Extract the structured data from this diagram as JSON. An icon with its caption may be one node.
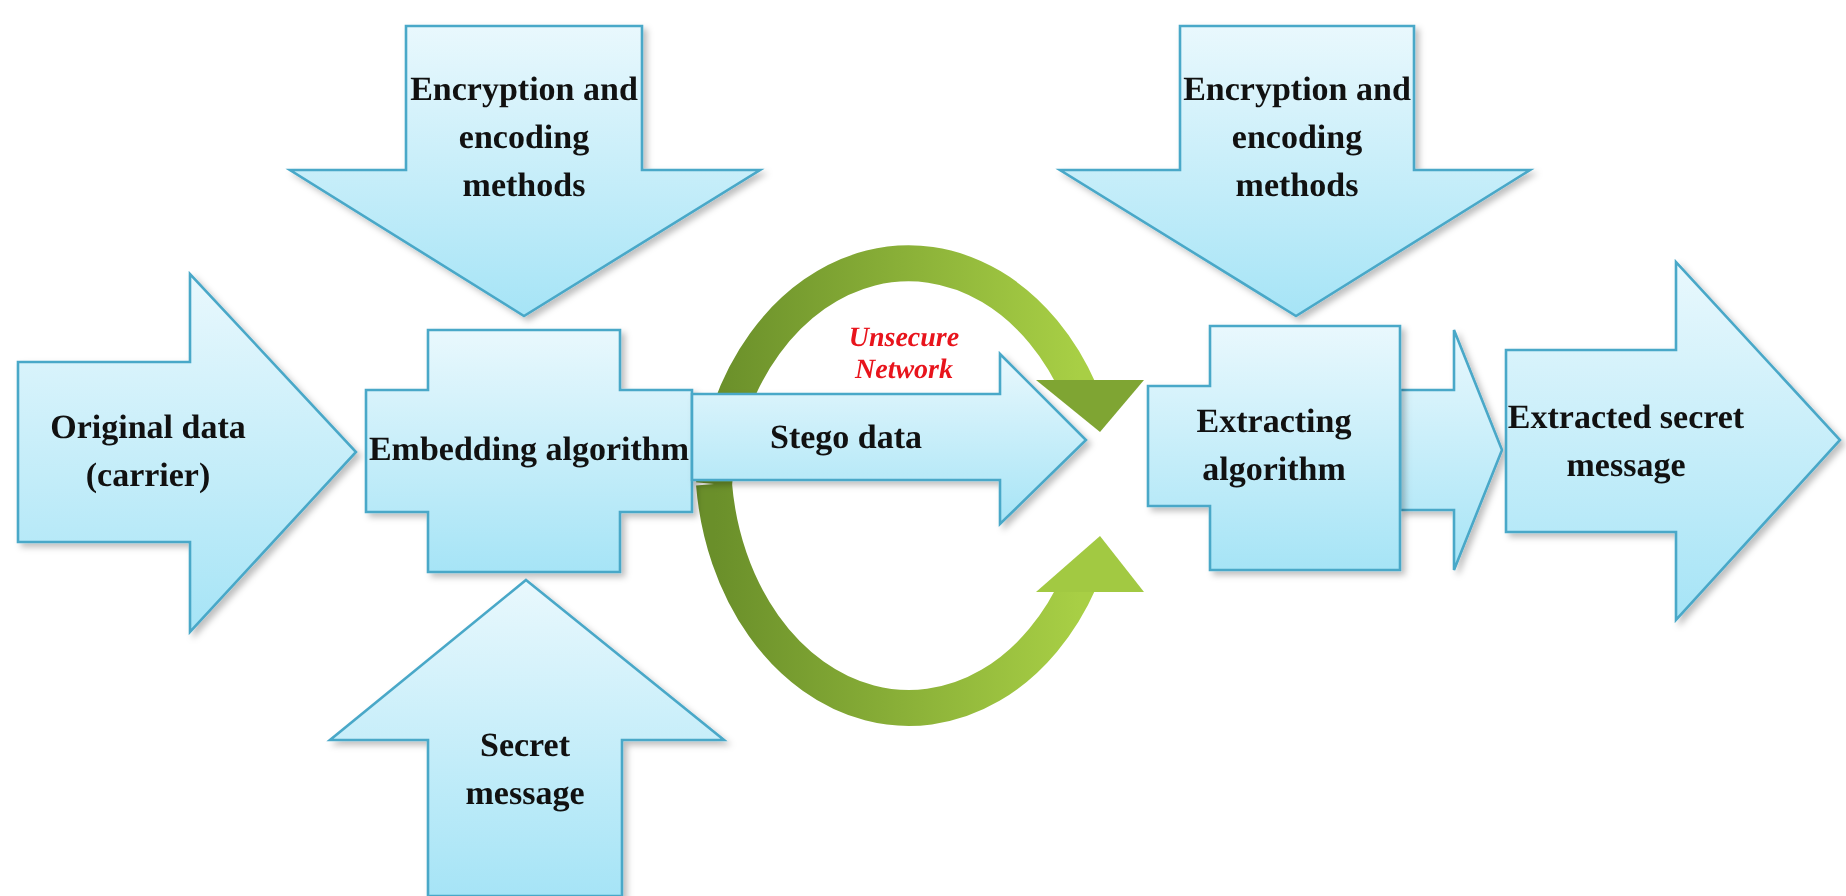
{
  "diagram": {
    "nodes": [
      {
        "text": [
          "Encryption and encoding methods"
        ]
      },
      {
        "text": [
          "Original data (carrier)"
        ]
      },
      {
        "text": [
          "Embedding algorithm"
        ]
      },
      {
        "text": [
          "Secret message"
        ]
      },
      {
        "text": [
          "Stego data"
        ]
      },
      {
        "text": [
          "Encryption and encoding methods"
        ]
      },
      {
        "text": [
          "Extracting algorithm"
        ]
      },
      {
        "text": [
          "Extracted secret message"
        ]
      }
    ],
    "edges": [
      {
        "from": 6,
        "to": 7,
        "arrow": "to"
      }
    ],
    "labels": [
      "Unsecure Network"
    ]
  }
}
